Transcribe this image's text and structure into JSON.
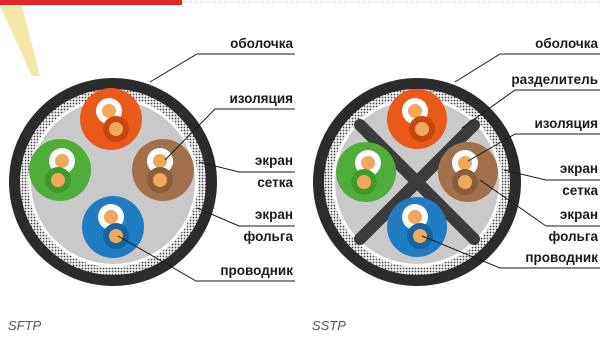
{
  "colors": {
    "accent": "#e8232a",
    "highlight": "#f3e6a0",
    "jacket": "#2b2b2b",
    "screen": "#c9c9c9",
    "filler": "#b3b3b3",
    "separator": "#3c3c3c",
    "pairs": {
      "orange": "#e8591a",
      "green": "#4fae3a",
      "brown": "#a0714a",
      "blue": "#1f7cc2"
    }
  },
  "diagrams": [
    {
      "caption": "SFTP",
      "labels": {
        "jacket": "оболочка",
        "insulation": "изоляция",
        "braid": [
          "экран",
          "сетка"
        ],
        "foil": [
          "экран",
          "фольга"
        ],
        "conductor": "проводник"
      }
    },
    {
      "caption": "SSTP",
      "labels": {
        "jacket": "оболочка",
        "separator": "разделитель",
        "insulation": "изоляция",
        "braid": [
          "экран",
          "сетка"
        ],
        "foil": [
          "экран",
          "фольга"
        ],
        "conductor": "проводник"
      }
    }
  ]
}
